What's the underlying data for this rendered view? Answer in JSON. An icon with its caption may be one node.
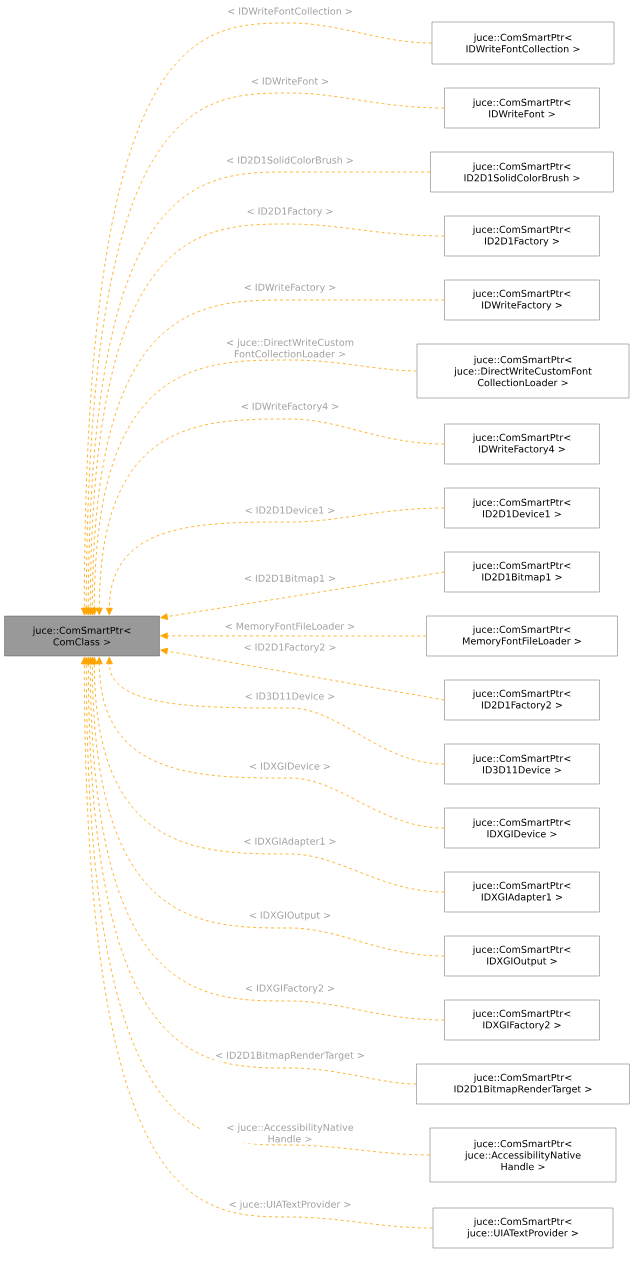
{
  "diagram": {
    "nodes": [
      {
        "text": [
          "juce::ComSmartPtr< ComClass >"
        ]
      },
      {
        "text": [
          "juce::ComSmartPtr< IDWriteFontCollection >"
        ]
      },
      {
        "text": [
          "juce::ComSmartPtr< IDWriteFont >"
        ]
      },
      {
        "text": [
          "juce::ComSmartPtr< ID2D1SolidColorBrush >"
        ]
      },
      {
        "text": [
          "juce::ComSmartPtr< ID2D1Factory >"
        ]
      },
      {
        "text": [
          "juce::ComSmartPtr< IDWriteFactory >"
        ]
      },
      {
        "text": [
          "juce::ComSmartPtr< juce::DirectWriteCustomFont CollectionLoader >"
        ]
      },
      {
        "text": [
          "juce::ComSmartPtr< IDWriteFactory4 >"
        ]
      },
      {
        "text": [
          "juce::ComSmartPtr< ID2D1Device1 >"
        ]
      },
      {
        "text": [
          "juce::ComSmartPtr< ID2D1Bitmap1 >"
        ]
      },
      {
        "text": [
          "juce::ComSmartPtr< MemoryFontFileLoader >"
        ]
      },
      {
        "text": [
          "juce::ComSmartPtr< ID2D1Factory2 >"
        ]
      },
      {
        "text": [
          "juce::ComSmartPtr< ID3D11Device >"
        ]
      },
      {
        "text": [
          "juce::ComSmartPtr< IDXGIDevice >"
        ]
      },
      {
        "text": [
          "juce::ComSmartPtr< IDXGIAdapter1 >"
        ]
      },
      {
        "text": [
          "juce::ComSmartPtr< IDXGIOutput >"
        ]
      },
      {
        "text": [
          "juce::ComSmartPtr< IDXGIFactory2 >"
        ]
      },
      {
        "text": [
          "juce::ComSmartPtr< ID2D1BitmapRenderTarget >"
        ]
      },
      {
        "text": [
          "juce::ComSmartPtr< juce::AccessibilityNative Handle >"
        ]
      },
      {
        "text": [
          "juce::ComSmartPtr< juce::UIATextProvider >"
        ]
      }
    ],
    "edges": [
      {
        "from": 1,
        "to": 0,
        "arrow": "to",
        "style": "dashed",
        "label": "< IDWriteFontCollection >"
      },
      {
        "from": 2,
        "to": 0,
        "arrow": "to",
        "style": "dashed",
        "label": "< IDWriteFont >"
      },
      {
        "from": 3,
        "to": 0,
        "arrow": "to",
        "style": "dashed",
        "label": "< ID2D1SolidColorBrush >"
      },
      {
        "from": 4,
        "to": 0,
        "arrow": "to",
        "style": "dashed",
        "label": "< ID2D1Factory >"
      },
      {
        "from": 5,
        "to": 0,
        "arrow": "to",
        "style": "dashed",
        "label": "< IDWriteFactory >"
      },
      {
        "from": 6,
        "to": 0,
        "arrow": "to",
        "style": "dashed",
        "label": "< juce::DirectWriteCustom FontCollectionLoader >"
      },
      {
        "from": 7,
        "to": 0,
        "arrow": "to",
        "style": "dashed",
        "label": "< IDWriteFactory4 >"
      },
      {
        "from": 8,
        "to": 0,
        "arrow": "to",
        "style": "dashed",
        "label": "< ID2D1Device1 >"
      },
      {
        "from": 9,
        "to": 0,
        "arrow": "to",
        "style": "dashed",
        "label": "< ID2D1Bitmap1 >"
      },
      {
        "from": 10,
        "to": 0,
        "arrow": "to",
        "style": "dashed",
        "label": "< MemoryFontFileLoader >"
      },
      {
        "from": 11,
        "to": 0,
        "arrow": "to",
        "style": "dashed",
        "label": "< ID2D1Factory2 >"
      },
      {
        "from": 12,
        "to": 0,
        "arrow": "to",
        "style": "dashed",
        "label": "< ID3D11Device >"
      },
      {
        "from": 13,
        "to": 0,
        "arrow": "to",
        "style": "dashed",
        "label": "< IDXGIDevice >"
      },
      {
        "from": 14,
        "to": 0,
        "arrow": "to",
        "style": "dashed",
        "label": "< IDXGIAdapter1 >"
      },
      {
        "from": 15,
        "to": 0,
        "arrow": "to",
        "style": "dashed",
        "label": "< IDXGIOutput >"
      },
      {
        "from": 16,
        "to": 0,
        "arrow": "to",
        "style": "dashed",
        "label": "< IDXGIFactory2 >"
      },
      {
        "from": 17,
        "to": 0,
        "arrow": "to",
        "style": "dashed",
        "label": "< ID2D1BitmapRenderTarget >"
      },
      {
        "from": 18,
        "to": 0,
        "arrow": "to",
        "style": "dashed",
        "label": "< juce::AccessibilityNative Handle >"
      },
      {
        "from": 19,
        "to": 0,
        "arrow": "to",
        "style": "dashed",
        "label": "< juce::UIATextProvider >"
      }
    ]
  }
}
